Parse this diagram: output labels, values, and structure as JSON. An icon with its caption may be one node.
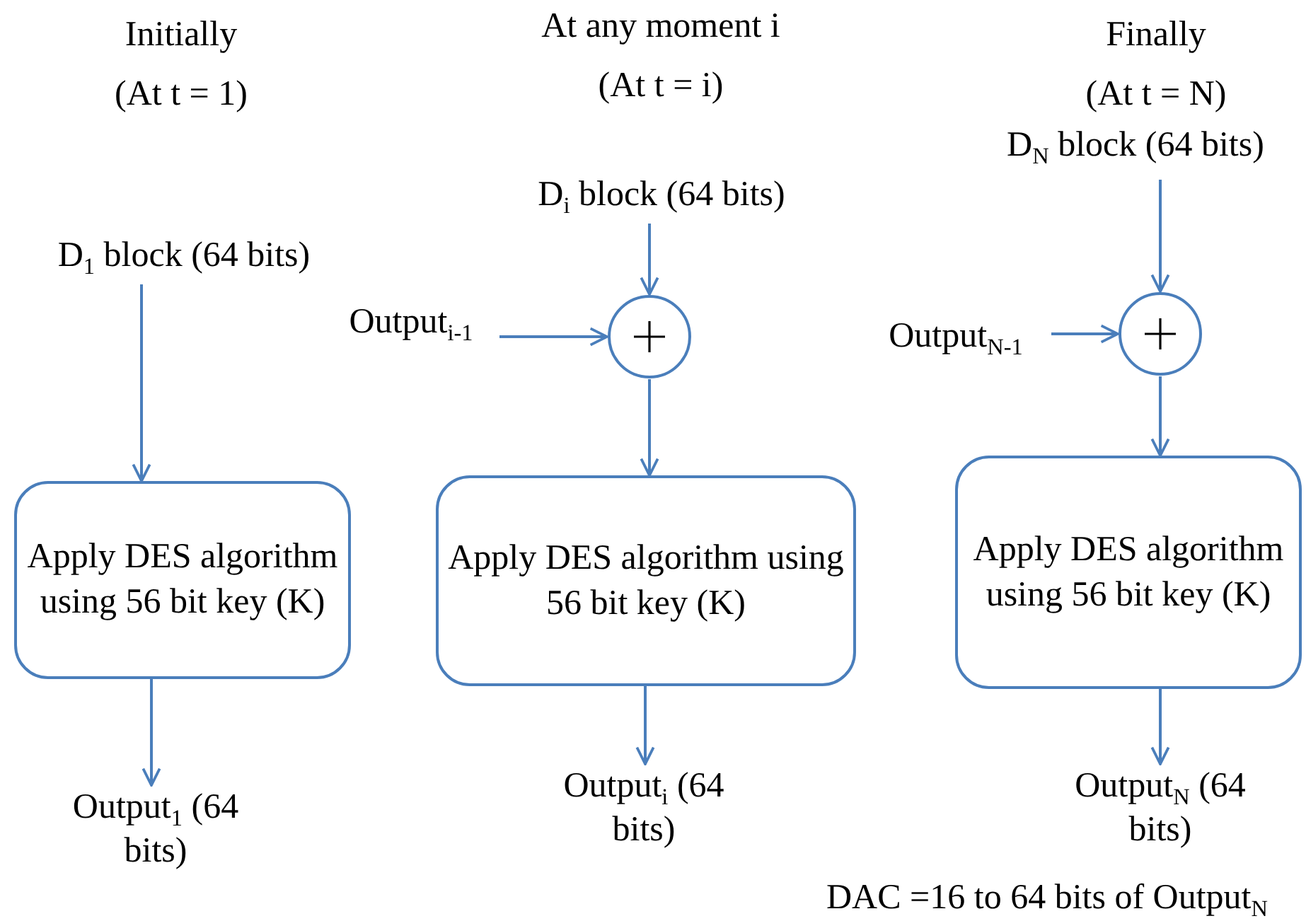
{
  "diagram": {
    "nodes": [
      {
        "text": [
          "D$_{1}$ block (64 bits)"
        ]
      },
      {
        "text": [
          "Apply DES algorithm using 56 bit key (K)"
        ]
      },
      {
        "text": [
          "Output$_{1}$ (64 bits)"
        ]
      },
      {
        "text": [
          "D$_{i}$ block (64 bits)"
        ]
      },
      {
        "text": [
          "Output$_{i-1}$"
        ]
      },
      {
        "text": [],
        "shape": "circle"
      },
      {
        "text": [
          "Apply DES algorithm using 56 bit key (K)"
        ]
      },
      {
        "text": [
          "Output$_{i}$ (64 bits)"
        ]
      },
      {
        "text": [
          "D$_{N}$ block (64 bits)"
        ]
      },
      {
        "text": [
          "Output$_{N-1}$"
        ]
      },
      {
        "text": [],
        "shape": "circle"
      },
      {
        "text": [
          "Apply DES algorithm using 56 bit key (K)"
        ]
      },
      {
        "text": [
          "Output$_{N}$ (64 bits)"
        ]
      }
    ],
    "edges": [
      {
        "from": 0,
        "to": 1,
        "arrow": "to"
      },
      {
        "from": 1,
        "to": 2,
        "arrow": "to"
      },
      {
        "from": 3,
        "to": 5,
        "arrow": "to"
      },
      {
        "from": 4,
        "to": 5,
        "arrow": "to"
      },
      {
        "from": 5,
        "to": 6,
        "arrow": "to"
      },
      {
        "from": 6,
        "to": 7,
        "arrow": "to"
      },
      {
        "from": 8,
        "to": 10,
        "arrow": "to"
      },
      {
        "from": 9,
        "to": 10,
        "arrow": "to"
      },
      {
        "from": 10,
        "to": 11,
        "arrow": "to"
      },
      {
        "from": 11,
        "to": 12,
        "arrow": "to"
      }
    ],
    "labels": [
      "Initially",
      "(At t = 1)",
      "At any moment i",
      "(At t = i)",
      "Finally",
      "(At t = N)",
      "DAC =16 to 64 bits of Output$_{N}$"
    ]
  }
}
